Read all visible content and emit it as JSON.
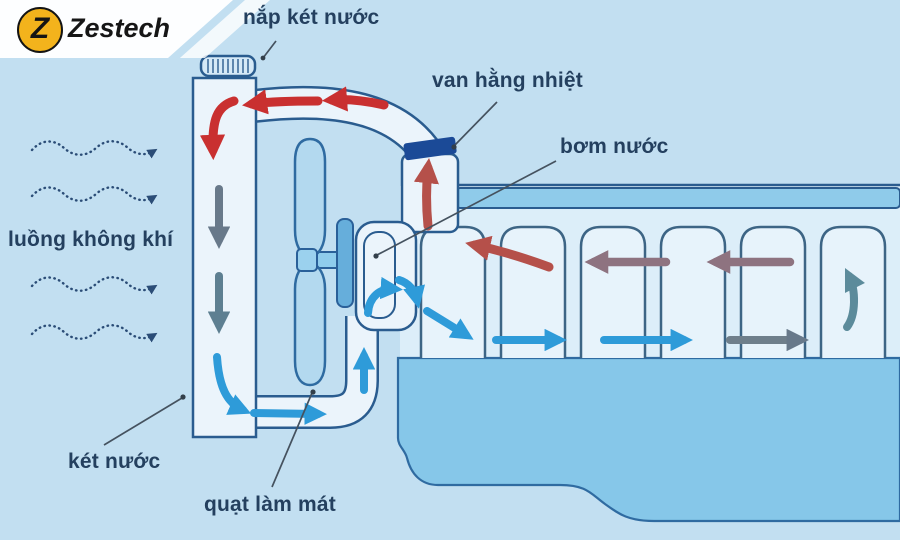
{
  "brand": {
    "name": "Zestech",
    "logo_letter": "Z"
  },
  "labels": {
    "radiator_cap": "nắp két nước",
    "thermostat": "van hằng nhiệt",
    "water_pump": "bơm nước",
    "air_flow": "luồng không khí",
    "radiator": "két nước",
    "cooling_fan": "quạt làm mát"
  },
  "diagram": {
    "subject": "engine cooling system coolant circulation",
    "colors": {
      "background": "#c2dff1",
      "outline_blue": "#2a5c8f",
      "hot_coolant_red": "#c93030",
      "warm_coolant_mauve": "#8e7380",
      "cooling_gray": "#68798a",
      "cool_coolant_blue": "#2e9bd9",
      "turn_teal": "#5c8b9b",
      "thermostat_navy": "#1b4a97",
      "engine_fill": "#86c7e9",
      "brand_yellow": "#f3b31c"
    }
  }
}
